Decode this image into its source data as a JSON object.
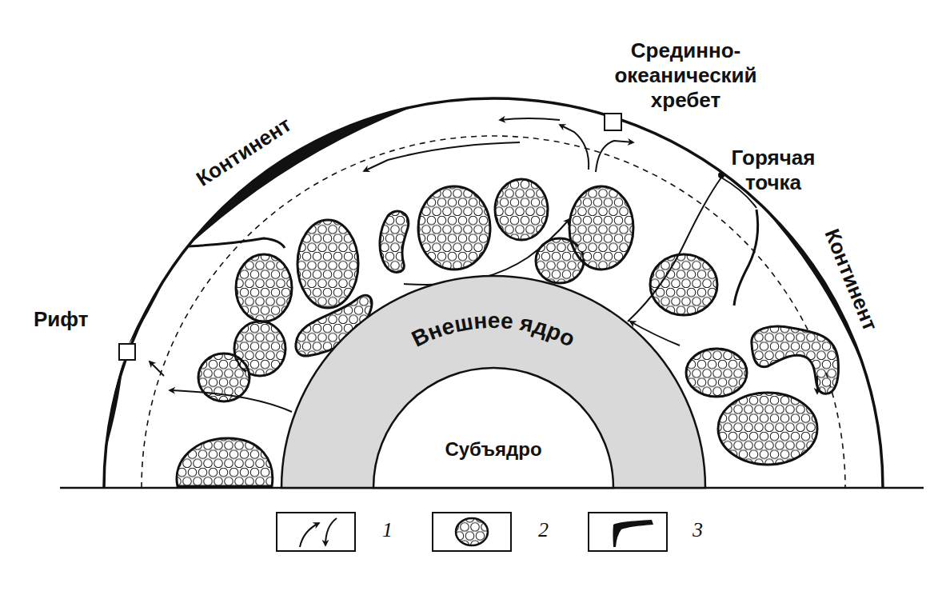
{
  "diagram": {
    "nodes": [
      {
        "text": [
          "Внешнее ядро"
        ]
      },
      {
        "text": [
          "Субъядро"
        ],
        "in": 0
      }
    ],
    "labels": [
      "Срединно-океанический хребет",
      "Континент",
      "Горячая точка",
      "Континент",
      "Рифт"
    ],
    "legend": [
      {
        "text": "1"
      },
      {
        "text": "2"
      },
      {
        "text": "3"
      }
    ]
  }
}
